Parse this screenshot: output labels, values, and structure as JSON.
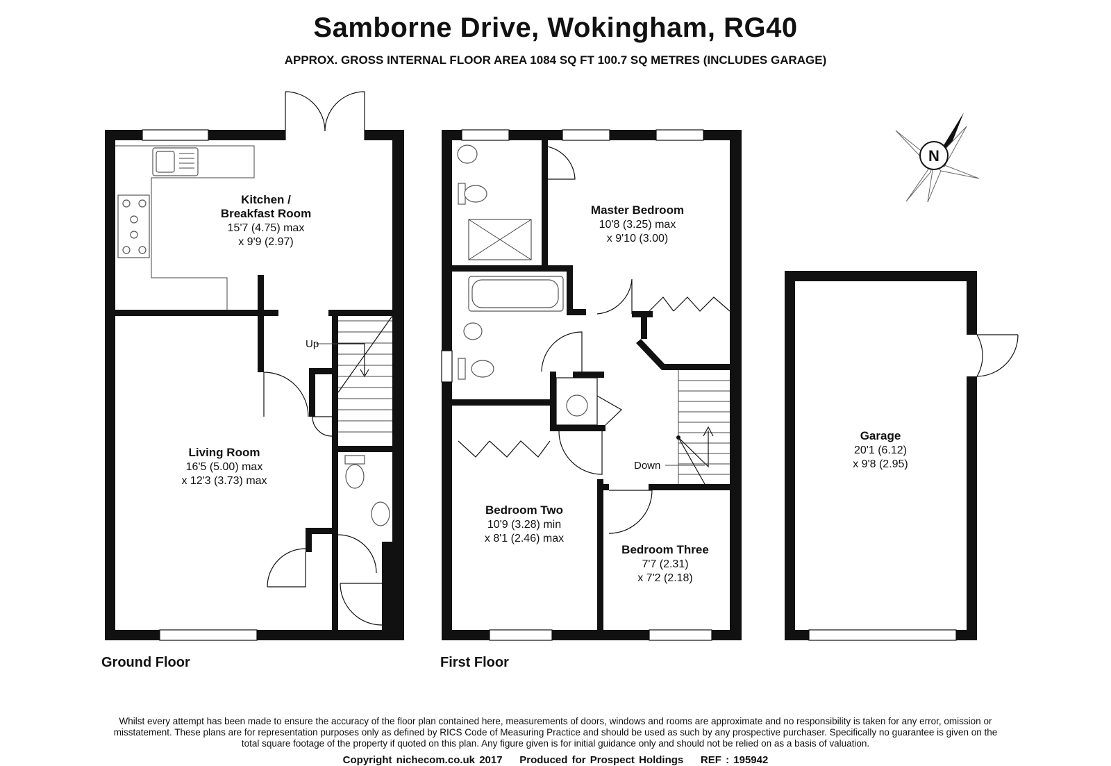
{
  "header": {
    "title": "Samborne Drive, Wokingham, RG40",
    "subtitle": "APPROX. GROSS INTERNAL FLOOR AREA 1084 SQ FT 100.7 SQ METRES (INCLUDES GARAGE)"
  },
  "rooms": {
    "kitchen": {
      "name_line1": "Kitchen /",
      "name_line2": "Breakfast Room",
      "dim1": "15'7 (4.75) max",
      "dim2": "x 9'9 (2.97)"
    },
    "living": {
      "name": "Living Room",
      "dim1": "16'5 (5.00) max",
      "dim2": "x 12'3 (3.73) max"
    },
    "master": {
      "name": "Master Bedroom",
      "dim1": "10'8 (3.25) max",
      "dim2": "x 9'10 (3.00)"
    },
    "bedroom_two": {
      "name": "Bedroom Two",
      "dim1": "10'9 (3.28) min",
      "dim2": "x 8'1 (2.46) max"
    },
    "bedroom_three": {
      "name": "Bedroom Three",
      "dim1": "7'7 (2.31)",
      "dim2": "x 7'2 (2.18)"
    },
    "garage": {
      "name": "Garage",
      "dim1": "20'1 (6.12)",
      "dim2": "x 9'8 (2.95)"
    }
  },
  "stair_labels": {
    "up": "Up",
    "down": "Down"
  },
  "compass": {
    "label": "N"
  },
  "floors": {
    "ground": "Ground Floor",
    "first": "First Floor"
  },
  "footer": {
    "disclaimer": "Whilst every attempt has been made to ensure the accuracy of the floor plan contained here, measurements of doors, windows and rooms are approximate and no responsibility is taken for any error, omission or misstatement. These plans are for representation purposes only as defined by RICS Code of Measuring Practice and should be used as such by any prospective purchaser. Specifically no guarantee is given on the total square footage of the property if quoted on this plan. Any figure given is for initial guidance only and should not be relied on as a basis of valuation.",
    "copyright": "Copyright nichecom.co.uk 2017    Produced for Prospect Holdings    REF : 195942"
  }
}
